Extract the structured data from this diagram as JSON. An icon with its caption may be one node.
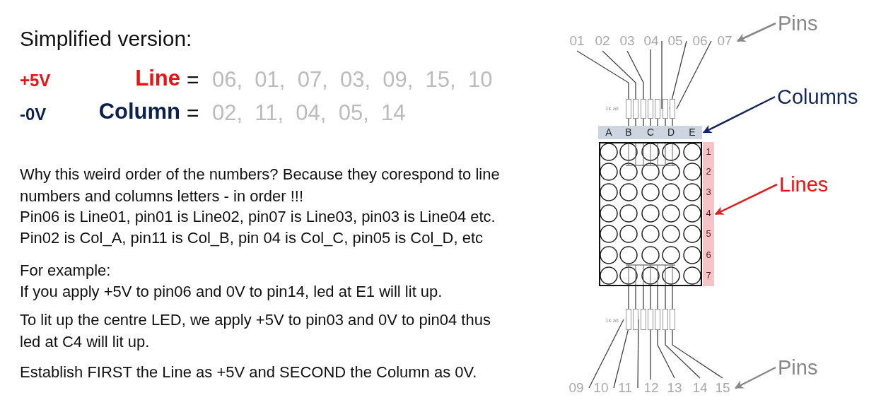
{
  "diagram": {
    "title": "Simplified version:",
    "nodes": [
      {
        "text": [
          "Pins"
        ]
      },
      {
        "text": [
          "01"
        ]
      },
      {
        "text": [
          "02"
        ]
      },
      {
        "text": [
          "03"
        ]
      },
      {
        "text": [
          "04"
        ]
      },
      {
        "text": [
          "05"
        ]
      },
      {
        "text": [
          "06"
        ]
      },
      {
        "text": [
          "07"
        ]
      },
      {
        "text": [
          "Columns"
        ]
      },
      {
        "text": [],
        "shape": "box"
      },
      {
        "text": [],
        "shape": "box"
      },
      {
        "text": [],
        "shape": "box"
      },
      {
        "text": [],
        "shape": "box"
      },
      {
        "text": [],
        "shape": "box"
      },
      {
        "text": [],
        "shape": "box"
      },
      {
        "text": [],
        "shape": "box"
      },
      {
        "text": [
          "A",
          "B",
          "C",
          "D",
          "E"
        ]
      },
      {
        "text": [
          "Lines"
        ]
      },
      {
        "text": [],
        "shape": "box"
      },
      {
        "text": [
          "1",
          "2",
          "3",
          "4",
          "5",
          "6",
          "7"
        ]
      },
      {
        "text": [],
        "shape": "box"
      },
      {
        "text": [],
        "shape": "box"
      },
      {
        "text": [],
        "shape": "box"
      },
      {
        "text": [],
        "shape": "box"
      },
      {
        "text": [],
        "shape": "box"
      },
      {
        "text": [],
        "shape": "box"
      },
      {
        "text": [],
        "shape": "box"
      },
      {
        "text": [
          "Pins"
        ]
      },
      {
        "text": [
          "09"
        ]
      },
      {
        "text": [
          "10"
        ]
      },
      {
        "text": [
          "11"
        ]
      },
      {
        "text": [
          "12"
        ]
      },
      {
        "text": [
          "13"
        ]
      },
      {
        "text": [
          "14"
        ]
      },
      {
        "text": [
          "15"
        ]
      }
    ],
    "edges": [
      {
        "from": 0,
        "to": 7,
        "arrow": "to",
        "color": "#888888"
      },
      {
        "from": 1,
        "to": 9,
        "arrow": "none"
      },
      {
        "from": 2,
        "to": 10,
        "arrow": "none"
      },
      {
        "from": 3,
        "to": 11,
        "arrow": "none"
      },
      {
        "from": 4,
        "to": 12,
        "arrow": "none"
      },
      {
        "from": 5,
        "to": 13,
        "arrow": "none"
      },
      {
        "from": 6,
        "to": 14,
        "arrow": "none"
      },
      {
        "from": 7,
        "to": 15,
        "arrow": "none"
      },
      {
        "from": 8,
        "to": 16,
        "arrow": "to",
        "color": "#16285a"
      },
      {
        "from": 9,
        "to": 16,
        "arrow": "none"
      },
      {
        "from": 10,
        "to": 16,
        "arrow": "none"
      },
      {
        "from": 11,
        "to": 16,
        "arrow": "none"
      },
      {
        "from": 12,
        "to": 16,
        "arrow": "none"
      },
      {
        "from": 13,
        "to": 16,
        "arrow": "none"
      },
      {
        "from": 14,
        "to": 16,
        "arrow": "none"
      },
      {
        "from": 15,
        "to": 16,
        "arrow": "none"
      },
      {
        "from": 17,
        "to": 19,
        "arrow": "to",
        "color": "#e02020"
      },
      {
        "from": 18,
        "to": 20,
        "arrow": "none"
      },
      {
        "from": 18,
        "to": 21,
        "arrow": "none"
      },
      {
        "from": 18,
        "to": 22,
        "arrow": "none"
      },
      {
        "from": 18,
        "to": 23,
        "arrow": "none"
      },
      {
        "from": 18,
        "to": 24,
        "arrow": "none"
      },
      {
        "from": 18,
        "to": 25,
        "arrow": "none"
      },
      {
        "from": 18,
        "to": 26,
        "arrow": "none"
      },
      {
        "from": 20,
        "to": 28,
        "arrow": "none"
      },
      {
        "from": 21,
        "to": 29,
        "arrow": "none"
      },
      {
        "from": 22,
        "to": 30,
        "arrow": "none"
      },
      {
        "from": 23,
        "to": 31,
        "arrow": "none"
      },
      {
        "from": 24,
        "to": 32,
        "arrow": "none"
      },
      {
        "from": 25,
        "to": 33,
        "arrow": "none"
      },
      {
        "from": 26,
        "to": 34,
        "arrow": "none"
      },
      {
        "from": 27,
        "to": 34,
        "arrow": "to",
        "color": "#888888"
      }
    ],
    "labels": [
      "+5V",
      "Line",
      "=",
      "06,  01,  07,  03,  09,  15,  10",
      "-0V",
      "Column",
      "=",
      "02,  11,  04,  05,  14",
      "Why this weird order of the numbers? Because they corespond to line numbers and columns letters - in order !!!",
      "Pin06 is Line01, pin01 is Line02, pin07 is Line03, pin03 is Line04 etc.",
      "Pin02 is Col_A, pin11 is Col_B, pin 04 is Col_C, pin05 is Col_D, etc",
      "For example:",
      "If you apply +5V to pin06 and 0V to pin14, led at E1 will lit up.",
      "To lit up the centre LED, we apply +5V to pin03 and 0V to pin04 thus led at C4 will lit up.",
      "Establish FIRST the Line as +5V and SECOND the Column as 0V.",
      "1k all",
      "1k all"
    ]
  }
}
